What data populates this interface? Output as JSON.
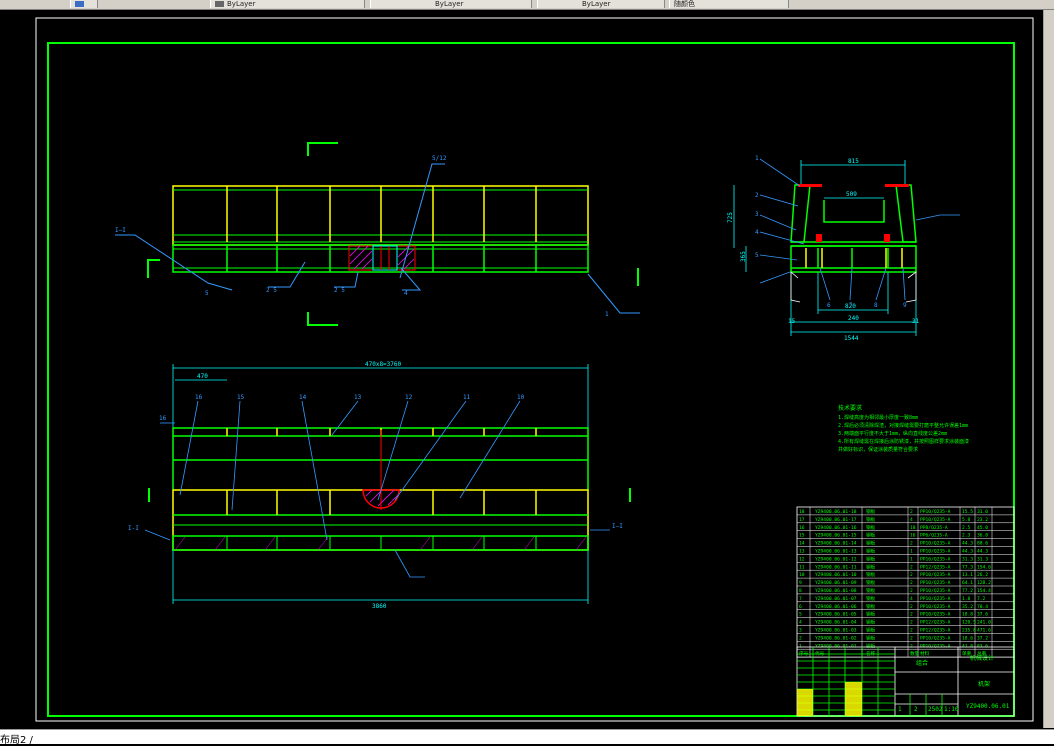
{
  "window": {
    "tabs": [
      {
        "label": ""
      },
      {
        "label": "ByLayer"
      },
      {
        "label": "ByLayer"
      },
      {
        "label": "ByLayer"
      },
      {
        "label": "随颜色"
      }
    ],
    "status_text": "布局2 /"
  },
  "drawing": {
    "colors": {
      "frame": "#00ff00",
      "yellow": "#ffff00",
      "cyan": "#00ffff",
      "white": "#ffffff",
      "red": "#ff0000",
      "magenta": "#ff00ff",
      "leader": "#3399ff"
    },
    "top_view": {
      "dim_total": "470x8=3760",
      "dim_left": "470",
      "dim_overall": "3860",
      "leaders": [
        "16",
        "15",
        "14",
        "13",
        "12",
        "11",
        "10"
      ],
      "section_mark": "I-I"
    },
    "side_view": {
      "dims": [
        "815",
        "509",
        "820",
        "1544",
        "240",
        "15",
        "31",
        "725",
        "365"
      ],
      "leaders": [
        "1",
        "2",
        "3",
        "4",
        "5",
        "6",
        "7",
        "8",
        "9"
      ]
    },
    "notes": {
      "title": "技术要求",
      "lines": [
        "1.焊缝高度为相邻最小厚度一致8mm",
        "2.焊后必须清除焊渣，对接焊缝需要打磨平整允许误差1mm",
        "3.两端面平行度不大于1mm，纵向直线度公差2mm",
        "4.所有焊缝需在焊接后涂防锈漆，并按照图样要求涂装面漆",
        "  并做好标识，保证涂装质量符合要求"
      ]
    },
    "parts_table": {
      "rows": [
        [
          "18",
          "YZ9400.06.01-18",
          "钢板",
          "2",
          "PP10/Q235-A",
          "15.5",
          "31.0"
        ],
        [
          "17",
          "YZ9400.06.01-17",
          "钢板",
          "4",
          "PP10/Q235-A",
          "5.8",
          "23.2"
        ],
        [
          "16",
          "YZ9400.06.01-16",
          "钢板",
          "18",
          "PP8/Q235-A",
          "2.5",
          "45.0"
        ],
        [
          "15",
          "YZ9400.06.01-15",
          "钢板",
          "16",
          "PP6/Q235-A",
          "2.3",
          "36.8"
        ],
        [
          "14",
          "YZ9400.06.01-14",
          "钢板",
          "2",
          "PP10/Q235-A",
          "44.3",
          "88.6"
        ],
        [
          "13",
          "YZ9400.06.01-13",
          "钢板",
          "1",
          "PP10/Q235-A",
          "44.3",
          "44.3"
        ],
        [
          "12",
          "YZ9400.06.01-12",
          "钢板",
          "1",
          "PP16/Q235-A",
          "31.3",
          "31.3"
        ],
        [
          "11",
          "YZ9400.06.01-11",
          "钢板",
          "2",
          "PP12/Q235-A",
          "77.3",
          "154.6"
        ],
        [
          "10",
          "YZ9400.06.01-10",
          "钢板",
          "2",
          "PP10/Q235-A",
          "13.1",
          "26.2"
        ],
        [
          "9",
          "YZ9400.06.01-09",
          "钢板",
          "2",
          "PP10/Q235-A",
          "64.1",
          "128.2"
        ],
        [
          "8",
          "YZ9400.06.01-08",
          "钢板",
          "2",
          "PP10/Q235-A",
          "77.2",
          "154.4"
        ],
        [
          "7",
          "YZ9400.06.01-07",
          "钢板",
          "4",
          "PP10/Q235-A",
          "1.8",
          "7.2"
        ],
        [
          "6",
          "YZ9400.06.01-06",
          "钢板",
          "2",
          "PP10/Q235-A",
          "35.2",
          "70.4"
        ],
        [
          "5",
          "YZ9400.06.01-05",
          "钢板",
          "2",
          "PP10/Q235-A",
          "18.8",
          "37.6"
        ],
        [
          "4",
          "YZ9400.06.01-04",
          "钢板",
          "2",
          "PP12/Q235-A",
          "120.5",
          "241.0"
        ],
        [
          "3",
          "YZ9400.06.01-03",
          "钢板",
          "2",
          "PP12/Q235-A",
          "235.8",
          "471.6"
        ],
        [
          "2",
          "YZ9400.06.01-02",
          "钢板",
          "2",
          "PP10/Q235-A",
          "18.6",
          "37.2"
        ],
        [
          "1",
          "YZ9400.06.01-01",
          "钢板",
          "2",
          "PP10/Q235-A",
          "41.8",
          "83.6"
        ]
      ],
      "header": [
        "序号",
        "代号",
        "名称",
        "数量",
        "材料",
        "单重",
        "总重"
      ]
    },
    "title_block": {
      "drawing_name": "机架",
      "company": "机械设计",
      "material": "组合",
      "drawing_no": "YZ9400.06.01",
      "scale": "1:10",
      "weight": "2502",
      "sheet": "1",
      "sheets": "2"
    }
  }
}
